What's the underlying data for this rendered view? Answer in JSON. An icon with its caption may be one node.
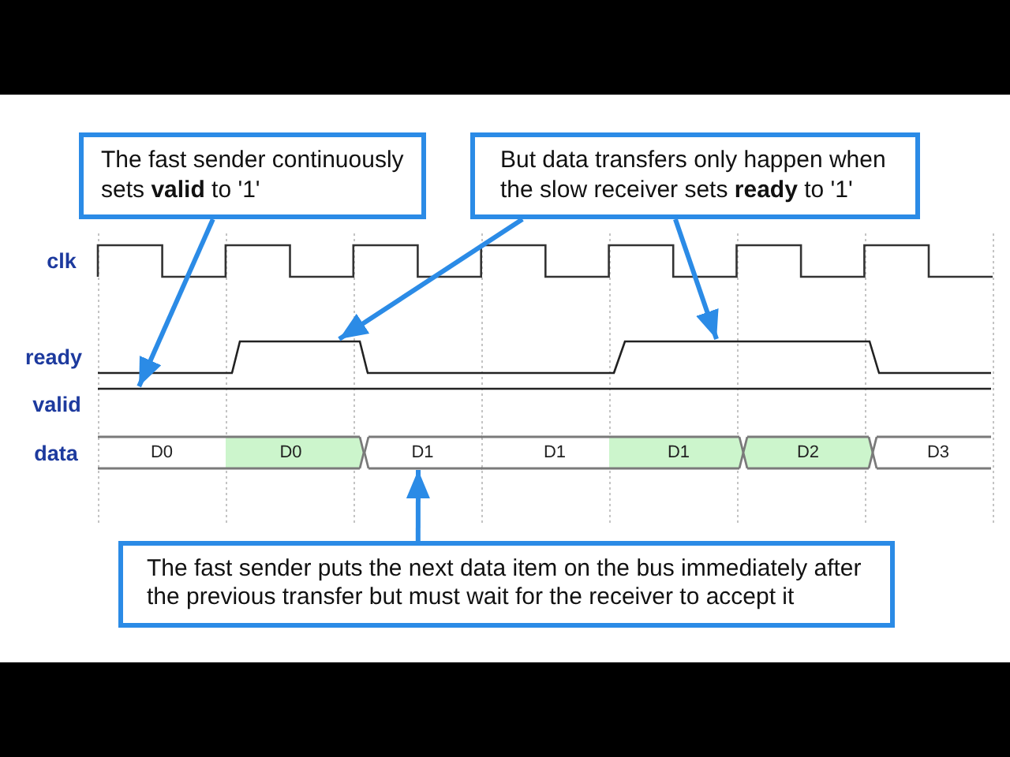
{
  "diagram": {
    "nodes": [
      {
        "text": [
          "The fast sender continuously sets **valid** to '1'"
        ]
      },
      {
        "text": [
          "But data transfers only happen when the slow receiver sets **ready** to '1'"
        ]
      },
      {
        "text": [],
        "shape": "line"
      },
      {
        "text": [],
        "shape": "line"
      },
      {
        "text": [],
        "shape": "line"
      },
      {
        "text": [
          "D0"
        ]
      },
      {
        "text": [
          "D0"
        ]
      },
      {
        "text": [
          "D1"
        ]
      },
      {
        "text": [
          "D1"
        ]
      },
      {
        "text": [
          "D1"
        ]
      },
      {
        "text": [
          "D2"
        ]
      },
      {
        "text": [
          "D3"
        ]
      },
      {
        "text": [
          "The fast sender puts the next data item on the bus immediately after the previous transfer but must wait for the receiver to accept it"
        ]
      }
    ],
    "edges": [
      {
        "from": 0,
        "to": 4,
        "arrow": "to"
      },
      {
        "from": 1,
        "to": 2,
        "arrow": "to"
      },
      {
        "from": 1,
        "to": 3,
        "arrow": "to"
      },
      {
        "from": 12,
        "to": 7,
        "arrow": "to"
      }
    ],
    "labels": [
      "clk",
      "ready",
      "valid",
      "data"
    ]
  }
}
